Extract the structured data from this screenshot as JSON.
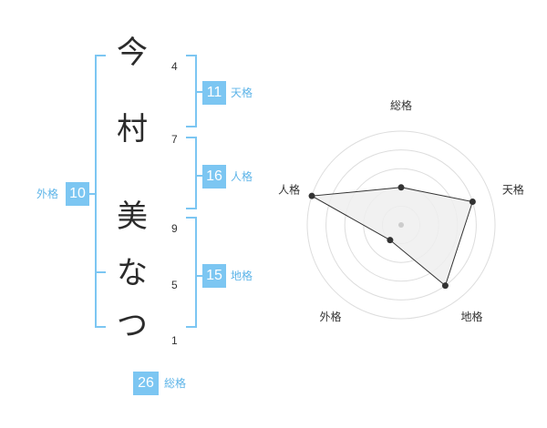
{
  "name": {
    "characters": [
      {
        "char": "今",
        "strokes": "4"
      },
      {
        "char": "村",
        "strokes": "7"
      },
      {
        "char": "美",
        "strokes": "9"
      },
      {
        "char": "な",
        "strokes": "5"
      },
      {
        "char": "つ",
        "strokes": "1"
      }
    ]
  },
  "grades": {
    "tenkaku": {
      "value": "11",
      "label": "天格"
    },
    "jinkaku": {
      "value": "16",
      "label": "人格"
    },
    "chikaku": {
      "value": "15",
      "label": "地格"
    },
    "gaikaku": {
      "value": "10",
      "label": "外格"
    },
    "soukaku": {
      "value": "26",
      "label": "総格"
    }
  },
  "colors": {
    "accent": "#7cc6f2",
    "accent_text": "#5db4e8",
    "polygon_fill": "#eeeeee",
    "ring": "#dddddd"
  },
  "chart_data": {
    "type": "radar",
    "axes": [
      "総格",
      "天格",
      "地格",
      "外格",
      "人格"
    ],
    "values": [
      2,
      4,
      4,
      1,
      5
    ],
    "max": 5,
    "grid": true
  }
}
